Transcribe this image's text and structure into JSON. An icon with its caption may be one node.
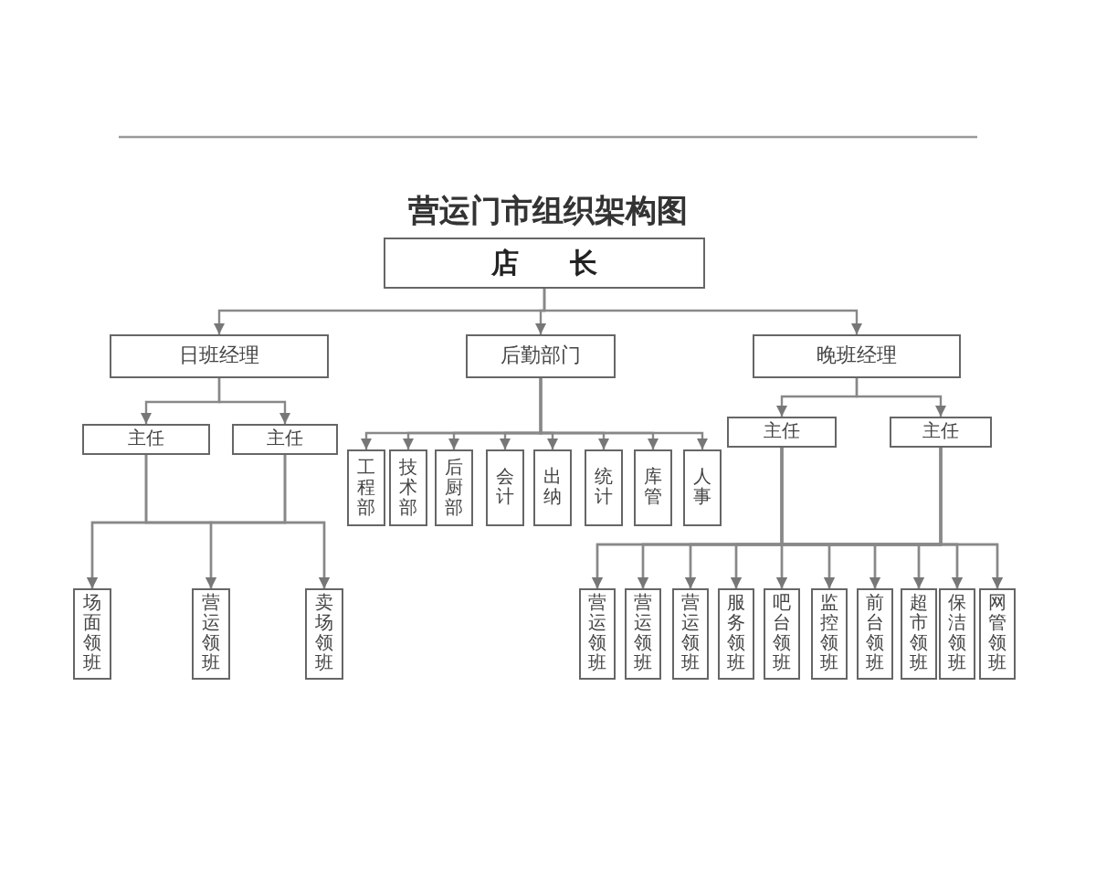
{
  "diagram": {
    "title": "营运门市组织架构图",
    "nodes": [
      {
        "text": [
          "店 长"
        ]
      },
      {
        "text": [
          "日班经理"
        ]
      },
      {
        "text": [
          "后勤部门"
        ]
      },
      {
        "text": [
          "晚班经理"
        ]
      },
      {
        "text": [
          "主任"
        ]
      },
      {
        "text": [
          "主任"
        ]
      },
      {
        "text": [
          "工程部"
        ]
      },
      {
        "text": [
          "技术部"
        ]
      },
      {
        "text": [
          "后厨部"
        ]
      },
      {
        "text": [
          "会计"
        ]
      },
      {
        "text": [
          "出纳"
        ]
      },
      {
        "text": [
          "统计"
        ]
      },
      {
        "text": [
          "库管"
        ]
      },
      {
        "text": [
          "人事"
        ]
      },
      {
        "text": [
          "主任"
        ]
      },
      {
        "text": [
          "主任"
        ]
      },
      {
        "text": [
          "场面领班"
        ]
      },
      {
        "text": [
          "营运领班"
        ]
      },
      {
        "text": [
          "卖场领班"
        ]
      },
      {
        "text": [
          "营运领班"
        ]
      },
      {
        "text": [
          "营运领班"
        ]
      },
      {
        "text": [
          "营运领班"
        ]
      },
      {
        "text": [
          "服务领班"
        ]
      },
      {
        "text": [
          "吧台领班"
        ]
      },
      {
        "text": [
          "监控领班"
        ]
      },
      {
        "text": [
          "前台领班"
        ]
      },
      {
        "text": [
          "超市领班"
        ]
      },
      {
        "text": [
          "保洁领班"
        ]
      },
      {
        "text": [
          "网管领班"
        ]
      }
    ],
    "edges": [
      {
        "from": 0,
        "to": 1,
        "arrow": "to"
      },
      {
        "from": 0,
        "to": 2,
        "arrow": "to"
      },
      {
        "from": 0,
        "to": 3,
        "arrow": "to"
      },
      {
        "from": 1,
        "to": 4,
        "arrow": "to"
      },
      {
        "from": 1,
        "to": 5,
        "arrow": "to"
      },
      {
        "from": 2,
        "to": 6,
        "arrow": "to"
      },
      {
        "from": 2,
        "to": 7,
        "arrow": "to"
      },
      {
        "from": 2,
        "to": 8,
        "arrow": "to"
      },
      {
        "from": 2,
        "to": 9,
        "arrow": "to"
      },
      {
        "from": 2,
        "to": 10,
        "arrow": "to"
      },
      {
        "from": 2,
        "to": 11,
        "arrow": "to"
      },
      {
        "from": 2,
        "to": 12,
        "arrow": "to"
      },
      {
        "from": 2,
        "to": 13,
        "arrow": "to"
      },
      {
        "from": 3,
        "to": 14,
        "arrow": "to"
      },
      {
        "from": 3,
        "to": 15,
        "arrow": "to"
      },
      {
        "from": 4,
        "to": 16,
        "arrow": "to"
      },
      {
        "from": 4,
        "to": 17,
        "arrow": "to"
      },
      {
        "from": 4,
        "to": 18,
        "arrow": "to"
      },
      {
        "from": 5,
        "to": 16,
        "arrow": "to"
      },
      {
        "from": 5,
        "to": 17,
        "arrow": "to"
      },
      {
        "from": 5,
        "to": 18,
        "arrow": "to"
      },
      {
        "from": 14,
        "to": 19,
        "arrow": "to"
      },
      {
        "from": 14,
        "to": 20,
        "arrow": "to"
      },
      {
        "from": 14,
        "to": 21,
        "arrow": "to"
      },
      {
        "from": 14,
        "to": 22,
        "arrow": "to"
      },
      {
        "from": 14,
        "to": 23,
        "arrow": "to"
      },
      {
        "from": 14,
        "to": 24,
        "arrow": "to"
      },
      {
        "from": 14,
        "to": 25,
        "arrow": "to"
      },
      {
        "from": 14,
        "to": 26,
        "arrow": "to"
      },
      {
        "from": 14,
        "to": 27,
        "arrow": "to"
      },
      {
        "from": 14,
        "to": 28,
        "arrow": "to"
      },
      {
        "from": 15,
        "to": 19,
        "arrow": "to"
      },
      {
        "from": 15,
        "to": 20,
        "arrow": "to"
      },
      {
        "from": 15,
        "to": 21,
        "arrow": "to"
      },
      {
        "from": 15,
        "to": 22,
        "arrow": "to"
      },
      {
        "from": 15,
        "to": 23,
        "arrow": "to"
      },
      {
        "from": 15,
        "to": 24,
        "arrow": "to"
      },
      {
        "from": 15,
        "to": 25,
        "arrow": "to"
      },
      {
        "from": 15,
        "to": 26,
        "arrow": "to"
      },
      {
        "from": 15,
        "to": 27,
        "arrow": "to"
      },
      {
        "from": 15,
        "to": 28,
        "arrow": "to"
      }
    ]
  }
}
